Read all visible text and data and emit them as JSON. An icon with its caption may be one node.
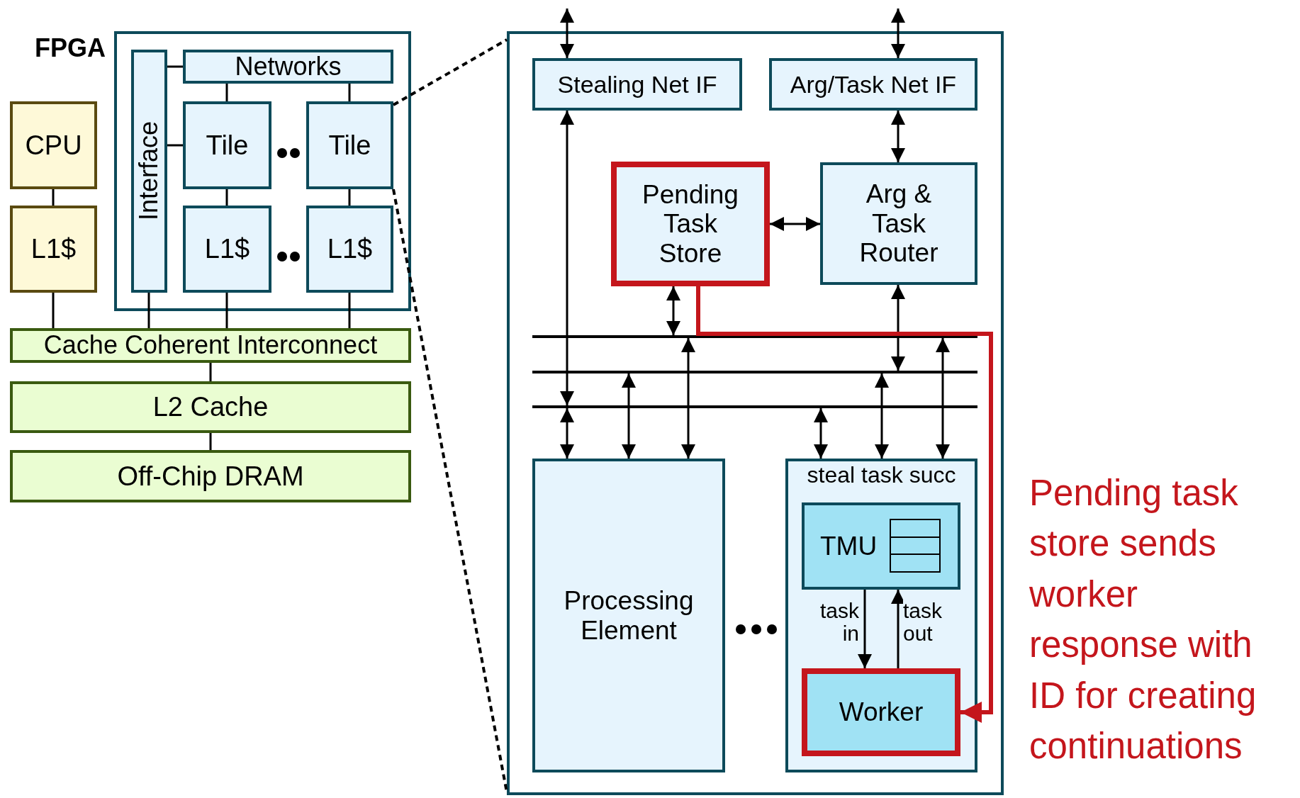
{
  "diagram": {
    "nodes": [
      {
        "text": [
          "FPGA"
        ]
      },
      {
        "text": [
          "Interface"
        ],
        "in": 0
      },
      {
        "text": [
          "Networks"
        ],
        "in": 0
      },
      {
        "text": [
          "Tile"
        ],
        "in": 0
      },
      {
        "text": [
          "Tile"
        ],
        "in": 0
      },
      {
        "text": [
          "L1$"
        ],
        "in": 0
      },
      {
        "text": [
          "L1$"
        ],
        "in": 0
      },
      {
        "text": [
          "CPU"
        ]
      },
      {
        "text": [
          "L1$"
        ]
      },
      {
        "text": [
          "Cache Coherent Interconnect"
        ]
      },
      {
        "text": [
          "L2 Cache"
        ]
      },
      {
        "text": [
          "Off-Chip DRAM"
        ]
      },
      {
        "text": [],
        "shape": "box"
      },
      {
        "text": [
          "Stealing Net IF"
        ],
        "in": 12
      },
      {
        "text": [
          "Arg/Task Net IF"
        ],
        "in": 12
      },
      {
        "text": [
          "Pending Task Store"
        ],
        "in": 12
      },
      {
        "text": [
          "Arg & Task Router"
        ],
        "in": 12
      },
      {
        "text": [],
        "shape": "bar",
        "in": 12
      },
      {
        "text": [],
        "shape": "bar",
        "in": 12
      },
      {
        "text": [],
        "shape": "bar",
        "in": 12
      },
      {
        "text": [
          "Processing Element"
        ],
        "in": 12
      },
      {
        "text": [
          "steal task succ"
        ],
        "in": 12
      },
      {
        "text": [
          "TMU"
        ],
        "in": 21
      },
      {
        "text": [
          "Worker"
        ],
        "in": 21
      }
    ],
    "edges": [
      {
        "from": 2,
        "to": 1,
        "arrow": "none"
      },
      {
        "from": 3,
        "to": 1,
        "arrow": "none"
      },
      {
        "from": 3,
        "to": 2,
        "arrow": "none"
      },
      {
        "from": 4,
        "to": 2,
        "arrow": "none"
      },
      {
        "from": 3,
        "to": 5,
        "arrow": "none"
      },
      {
        "from": 4,
        "to": 6,
        "arrow": "none"
      },
      {
        "from": 7,
        "to": 8,
        "arrow": "none"
      },
      {
        "from": 8,
        "to": 9,
        "arrow": "none"
      },
      {
        "from": 1,
        "to": 9,
        "arrow": "none"
      },
      {
        "from": 5,
        "to": 9,
        "arrow": "none"
      },
      {
        "from": 6,
        "to": 9,
        "arrow": "none"
      },
      {
        "from": 9,
        "to": 10,
        "arrow": "none"
      },
      {
        "from": 10,
        "to": 11,
        "arrow": "none"
      },
      {
        "from": 4,
        "to": 12,
        "arrow": "none",
        "style": "dashed"
      },
      {
        "from": 4,
        "to": 12,
        "arrow": "none",
        "style": "dashed"
      },
      {
        "from": null,
        "to": 13,
        "arrow": "both"
      },
      {
        "from": null,
        "to": 14,
        "arrow": "both"
      },
      {
        "from": 13,
        "to": 19,
        "arrow": "both"
      },
      {
        "from": 14,
        "to": 16,
        "arrow": "both"
      },
      {
        "from": 15,
        "to": 16,
        "arrow": "both"
      },
      {
        "from": 16,
        "to": 18,
        "arrow": "both"
      },
      {
        "from": 15,
        "to": 17,
        "arrow": "both"
      },
      {
        "from": 19,
        "to": 20,
        "arrow": "both"
      },
      {
        "from": 18,
        "to": 20,
        "arrow": "both"
      },
      {
        "from": 17,
        "to": 20,
        "arrow": "both"
      },
      {
        "from": 19,
        "to": 21,
        "arrow": "both"
      },
      {
        "from": 18,
        "to": 21,
        "arrow": "both"
      },
      {
        "from": 17,
        "to": 21,
        "arrow": "both"
      },
      {
        "from": 22,
        "to": 23,
        "arrow": "to",
        "label": "task in"
      },
      {
        "from": 23,
        "to": 22,
        "arrow": "to",
        "label": "task out"
      },
      {
        "from": 15,
        "to": 23,
        "arrow": "to",
        "style": "thick",
        "color": "#c4161c"
      }
    ],
    "labels": [
      "Pending task store sends worker response with ID for creating continuations"
    ]
  }
}
